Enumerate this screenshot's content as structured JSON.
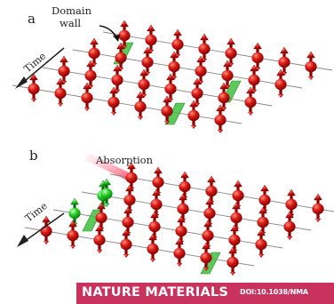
{
  "panel_a": {
    "label": "a",
    "domain_wall": [
      "Domain",
      "wall"
    ],
    "time_label": "Time"
  },
  "panel_b": {
    "label": "b",
    "absorption_label": "Absorption",
    "time_label": "Time"
  },
  "footer": {
    "journal": "NATURE MATERIALS",
    "doi": "DOI:10.1038/NMA"
  },
  "colors": {
    "spin": "#c81414",
    "excited_spin": "#22c822",
    "domain_wall": "#3fbf3f",
    "laser": "#ff8a9a",
    "footer_bg": "#c8325d"
  }
}
